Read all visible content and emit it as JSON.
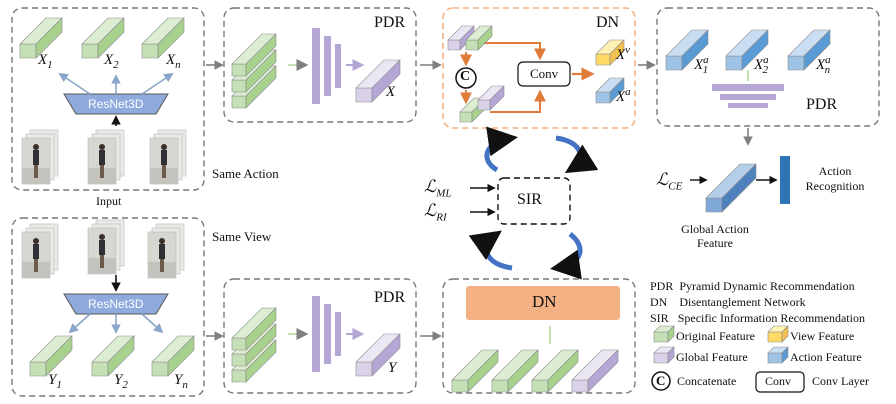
{
  "top_left": {
    "features": [
      {
        "base": "X",
        "sub": "1"
      },
      {
        "base": "X",
        "sub": "2"
      },
      {
        "base": "X",
        "sub": "n"
      }
    ],
    "backbone": "ResNet3D",
    "input_label": "Input",
    "group_label": "Same Action"
  },
  "bottom_left": {
    "features": [
      {
        "base": "Y",
        "sub": "1"
      },
      {
        "base": "Y",
        "sub": "2"
      },
      {
        "base": "Y",
        "sub": "n"
      }
    ],
    "backbone": "ResNet3D",
    "group_label": "Same View"
  },
  "pdr_top": {
    "title": "PDR",
    "output": "X"
  },
  "pdr_bottom": {
    "title": "PDR",
    "output": "Y"
  },
  "dn_top": {
    "title": "DN",
    "conv_label": "Conv",
    "concat_symbol": "C",
    "out_view": {
      "base": "X",
      "sup": "v"
    },
    "out_action": {
      "base": "X",
      "sup": "a"
    }
  },
  "dn_bottom": {
    "title": "DN"
  },
  "pdr_right": {
    "title": "PDR",
    "features": [
      {
        "base": "X",
        "sub": "1",
        "sup": "a"
      },
      {
        "base": "X",
        "sub": "2",
        "sup": "a"
      },
      {
        "base": "X",
        "sub": "n",
        "sup": "a"
      }
    ]
  },
  "sir": {
    "label": "SIR",
    "loss_ml": "ℒ",
    "loss_ml_sub": "ML",
    "loss_ri": "ℒ",
    "loss_ri_sub": "RI"
  },
  "classifier": {
    "loss_ce": "ℒ",
    "loss_ce_sub": "CE",
    "global_feature_label": "Global Action Feature",
    "output_label": "Action Recognition"
  },
  "legend": {
    "abbrev": [
      {
        "key": "PDR",
        "text": "Pyramid Dynamic Recommendation"
      },
      {
        "key": "DN",
        "text": "Disentanglement Network"
      },
      {
        "key": "SIR",
        "text": "Specific Information Recommendation"
      }
    ],
    "features": [
      {
        "name": "Original Feature",
        "color": "#c5e0b4"
      },
      {
        "name": "View Feature",
        "color": "#ffd966"
      },
      {
        "name": "Global Feature",
        "color": "#d9d2e9"
      },
      {
        "name": "Action Feature",
        "color": "#9dc3e6"
      }
    ],
    "concat_symbol": "C",
    "concat_text": "Concatenate",
    "conv_box": "Conv",
    "conv_text": "Conv Layer"
  }
}
